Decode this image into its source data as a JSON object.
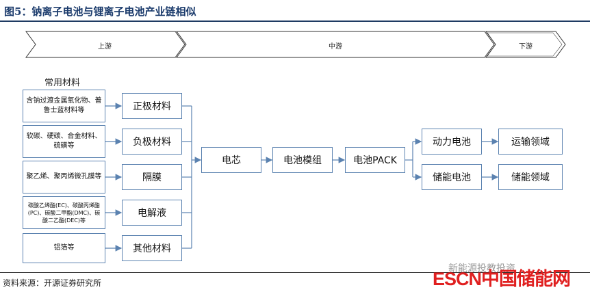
{
  "figure": {
    "title": "图5：钠离子电池与锂离子电池产业链相似",
    "source": "资料来源：开源证券研究所"
  },
  "stages": {
    "upstream": "上游",
    "midstream": "中游",
    "downstream": "下游"
  },
  "materials": {
    "heading": "常用材料",
    "items": [
      "含钠过渡金属氧化物、普鲁士蓝材料等",
      "软碳、硬碳、合金材料、硫磺等",
      "聚乙烯、聚丙烯微孔膜等",
      "碳酸乙烯酯(EC)、碳酸丙烯酯(PC)、碳酸二甲酯(DMC)、碳酸二乙酯(DEC)等",
      "铝箔等"
    ]
  },
  "categories": [
    "正极材料",
    "负极材料",
    "隔膜",
    "电解液",
    "其他材料"
  ],
  "flow": {
    "cell": "电芯",
    "module": "电池模组",
    "pack": "电池PACK"
  },
  "applications": {
    "power_battery": "动力电池",
    "storage_battery": "储能电池",
    "transport_field": "运输领域",
    "storage_field": "储能领域"
  },
  "branding": {
    "watermark": "新能源投教投资",
    "logo_latin": "ESCN",
    "logo_cn": "中国储能网"
  },
  "colors": {
    "box_border": "#5b82b0",
    "arrow": "#5b82b0",
    "title": "#1a3a6b",
    "logo": "#e02020"
  }
}
